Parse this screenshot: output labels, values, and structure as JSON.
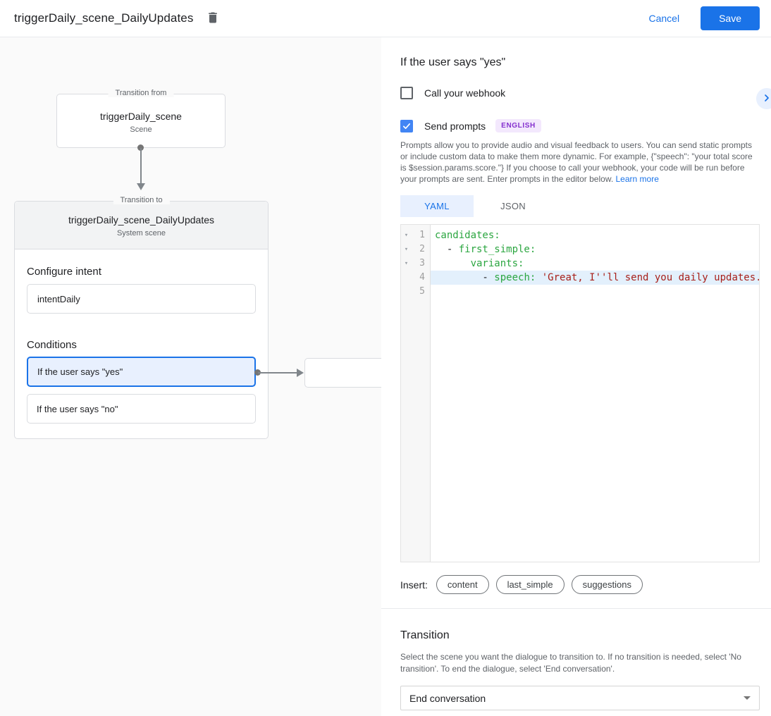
{
  "header": {
    "title": "triggerDaily_scene_DailyUpdates",
    "cancel_label": "Cancel",
    "save_label": "Save"
  },
  "canvas": {
    "from_box": {
      "legend": "Transition from",
      "title": "triggerDaily_scene",
      "subtitle": "Scene"
    },
    "to_box": {
      "legend": "Transition to",
      "title": "triggerDaily_scene_DailyUpdates",
      "subtitle": "System scene",
      "configure_intent_label": "Configure intent",
      "intent_value": "intentDaily",
      "conditions_label": "Conditions",
      "conditions": [
        {
          "label": "If the user says \"yes\"",
          "selected": true
        },
        {
          "label": "If the user says \"no\"",
          "selected": false
        }
      ]
    }
  },
  "panel": {
    "heading": "If the user says \"yes\"",
    "webhook_label": "Call your webhook",
    "webhook_checked": false,
    "prompts_label": "Send prompts",
    "prompts_checked": true,
    "language_badge": "ENGLISH",
    "description": "Prompts allow you to provide audio and visual feedback to users. You can send static prompts or include custom data to make them more dynamic. For example, {\"speech\": \"your total score is $session.params.score.\"} If you choose to call your webhook, your code will be run before your prompts are sent. Enter prompts in the editor below.",
    "learn_more_label": "Learn more",
    "tabs": [
      {
        "label": "YAML",
        "active": true
      },
      {
        "label": "JSON",
        "active": false
      }
    ],
    "editor": {
      "lines": [
        {
          "num": "1",
          "fold": true,
          "highlight": false,
          "segments": [
            {
              "t": "candidates:",
              "c": "key"
            }
          ]
        },
        {
          "num": "2",
          "fold": true,
          "highlight": false,
          "segments": [
            {
              "t": "  - ",
              "c": "plain"
            },
            {
              "t": "first_simple:",
              "c": "key"
            }
          ]
        },
        {
          "num": "3",
          "fold": true,
          "highlight": false,
          "segments": [
            {
              "t": "      ",
              "c": "plain"
            },
            {
              "t": "variants:",
              "c": "key"
            }
          ]
        },
        {
          "num": "4",
          "fold": false,
          "highlight": true,
          "segments": [
            {
              "t": "        - ",
              "c": "plain"
            },
            {
              "t": "speech: ",
              "c": "key"
            },
            {
              "t": "'Great, I''ll send you daily updates.",
              "c": "string"
            }
          ]
        },
        {
          "num": "5",
          "fold": false,
          "highlight": false,
          "segments": []
        }
      ]
    },
    "insert_label": "Insert:",
    "insert_pills": [
      "content",
      "last_simple",
      "suggestions"
    ],
    "transition": {
      "heading": "Transition",
      "description": "Select the scene you want the dialogue to transition to. If no transition is needed, select 'No transition'. To end the dialogue, select 'End conversation'.",
      "dropdown_value": "End conversation"
    }
  },
  "icons": {
    "trash": "trash-icon",
    "chevron_right": "chevron-right-icon",
    "fold_arrow": "▾",
    "dropdown_caret": "▾",
    "checkmark": "✓"
  },
  "colors": {
    "accent_blue": "#1a73e8",
    "selection_blue_bg": "#e8f0fe",
    "badge_purple_bg": "#f3e8fd",
    "badge_purple_text": "#8430ce",
    "code_key_green": "#2ba640",
    "code_string_red": "#a8201a",
    "line_highlight": "#e3f0fc"
  }
}
